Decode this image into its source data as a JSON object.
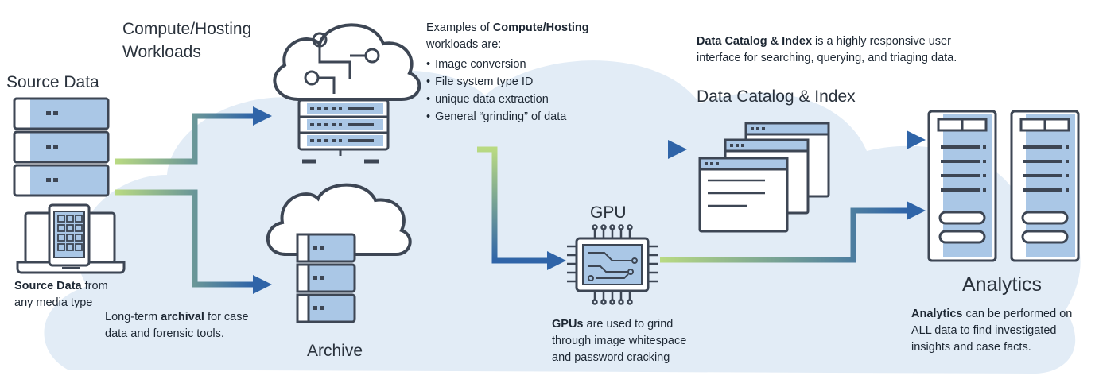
{
  "colors": {
    "cloud": "#e2ecf6",
    "icon_stroke": "#3d4654",
    "icon_fill": "#aac7e6",
    "arrow_start": "#b9da82",
    "arrow_end": "#2f64a8"
  },
  "source": {
    "title": "Source Data",
    "caption_bold": "Source Data",
    "caption_rest_1": " from",
    "caption_rest_2": "any media type",
    "icons": [
      "server-rack-icon",
      "laptop-icon",
      "tablet-icon"
    ]
  },
  "compute": {
    "title_line1": "Compute/Hosting",
    "title_line2": "Workloads",
    "icon": "cloud-server-icon",
    "examples": {
      "intro_1": "Examples of ",
      "intro_bold": "Compute/Hosting",
      "intro_2": "workloads are:",
      "items": [
        "Image conversion",
        "File system type ID",
        "unique data extraction",
        "General “grinding” of data"
      ]
    }
  },
  "archive": {
    "title": "Archive",
    "icon": "cloud-server-icon",
    "caption_1": "Long-term ",
    "caption_bold": "archival",
    "caption_2": " for case",
    "caption_3": "data and forensic tools."
  },
  "gpu": {
    "title": "GPU",
    "icon": "chip-icon",
    "caption_bold": "GPUs",
    "caption_1": " are used to grind",
    "caption_2": "through image whitespace",
    "caption_3": "and password cracking"
  },
  "catalog": {
    "title": "Data Catalog & Index",
    "icon": "windows-stack-icon",
    "caption_bold": "Data Catalog & Index",
    "caption_1": " is a highly responsive user",
    "caption_2": "interface for searching, querying, and triaging data."
  },
  "analytics": {
    "title": "Analytics",
    "icon": "server-tower-icon",
    "caption_bold": "Analytics",
    "caption_1": " can be performed on",
    "caption_2": "ALL data to find investigated",
    "caption_3": "insights and case facts."
  }
}
